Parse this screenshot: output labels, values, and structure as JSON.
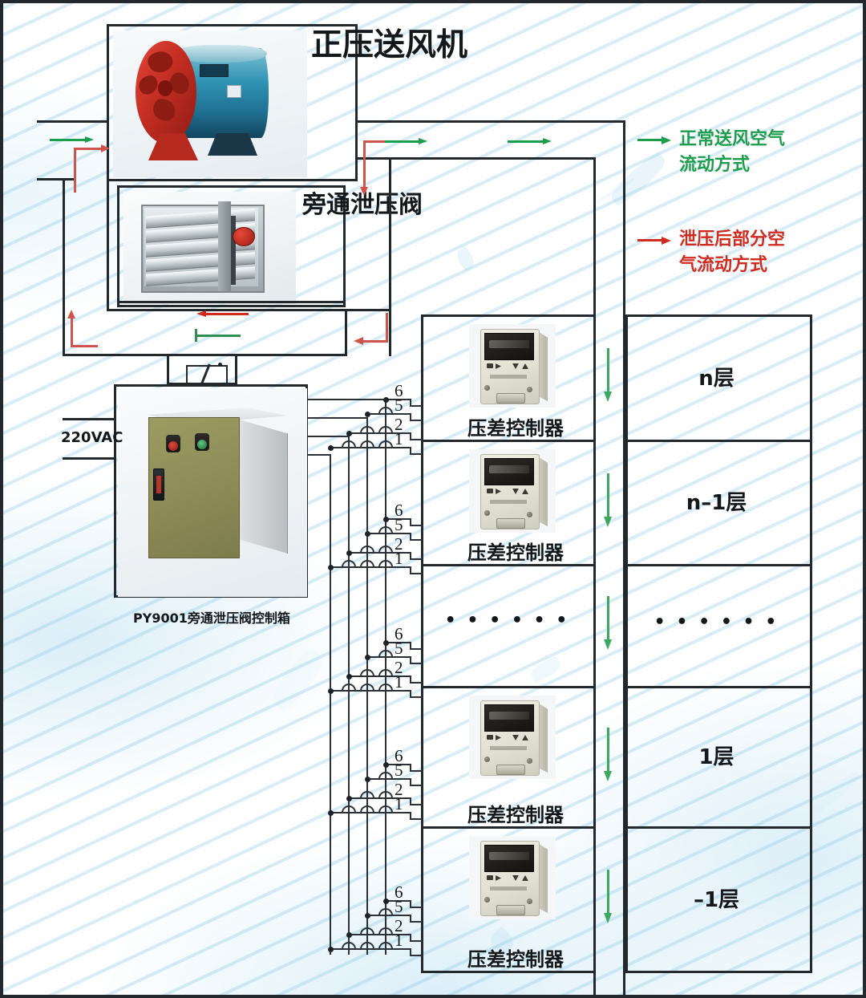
{
  "diagram": {
    "title_fan": "正压送风机",
    "title_damper": "旁通泄压阀",
    "cabinet_caption": "PY9001旁通泄压阀控制箱",
    "power_label": "220VAC",
    "controller_caption": "压差控制器",
    "ellipsis": "• • • • • •"
  },
  "legend": {
    "items": [
      {
        "color": "#1a9e4b",
        "line1": "正常送风空气",
        "line2": "流动方式",
        "arrow": "arrow-right-green"
      },
      {
        "color": "#d12b20",
        "line1": "泄压后部分空",
        "line2": "气流动方式",
        "arrow": "arrow-right-red"
      }
    ]
  },
  "terminals": {
    "labels": [
      "6",
      "5",
      "2",
      "1"
    ]
  },
  "floors": [
    {
      "name": "n层"
    },
    {
      "name": "n–1层"
    },
    {
      "name": "• • • • • •"
    },
    {
      "name": "1层"
    },
    {
      "name": "–1层"
    }
  ],
  "controllers": [
    {
      "caption": "压差控制器"
    },
    {
      "caption": "压差控制器"
    },
    {
      "caption": "• • • • • •"
    },
    {
      "caption": "压差控制器"
    },
    {
      "caption": "压差控制器"
    }
  ],
  "colors": {
    "line": "#22282c",
    "green_flow": "#1a9e4b",
    "red_flow": "#d12b20",
    "background": "#ffffff",
    "watermark": "#92cdea"
  }
}
